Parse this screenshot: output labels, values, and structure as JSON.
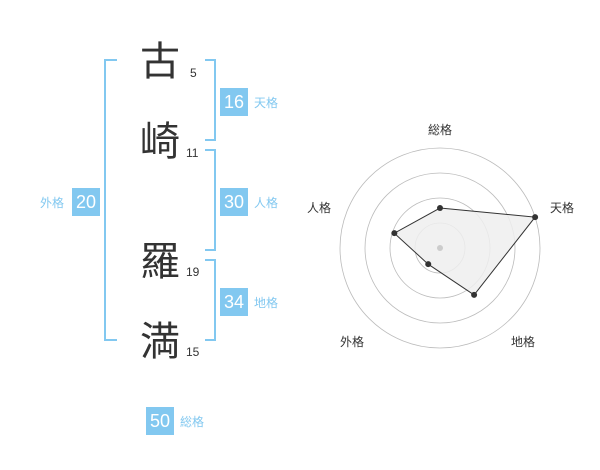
{
  "name_chars": [
    {
      "char": "古",
      "strokes": "5"
    },
    {
      "char": "崎",
      "strokes": "11"
    },
    {
      "char": "羅",
      "strokes": "19"
    },
    {
      "char": "満",
      "strokes": "15"
    }
  ],
  "fortunes": {
    "tenkaku": {
      "label": "天格",
      "value": "16"
    },
    "jinkaku": {
      "label": "人格",
      "value": "30"
    },
    "chikaku": {
      "label": "地格",
      "value": "34"
    },
    "gaikaku": {
      "label": "外格",
      "value": "20"
    },
    "soukaku": {
      "label": "総格",
      "value": "50"
    }
  },
  "accent_color": "#82c8f0",
  "chart_data": {
    "type": "radar",
    "axes": [
      "総格",
      "天格",
      "地格",
      "外格",
      "人格"
    ],
    "values": [
      0.4,
      1.0,
      0.58,
      0.2,
      0.48
    ],
    "range": [
      0,
      1
    ],
    "rings": 4
  }
}
